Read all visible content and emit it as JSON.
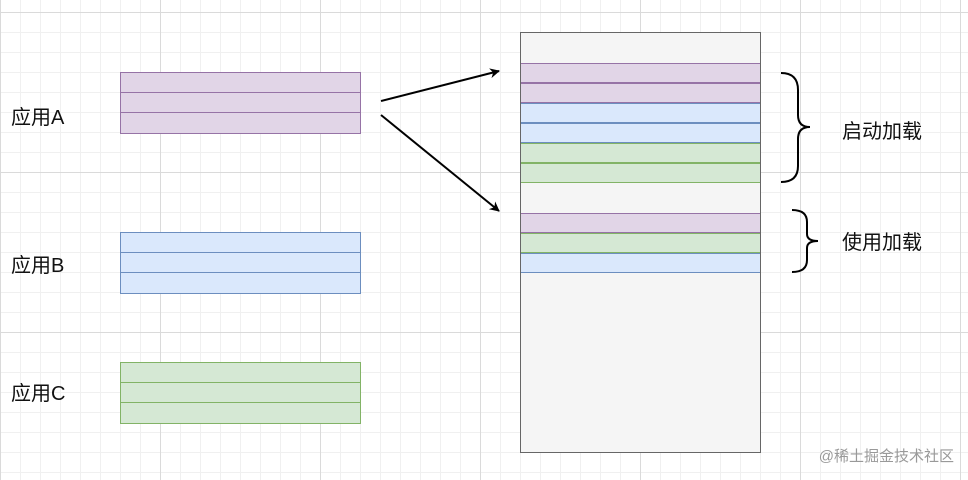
{
  "apps": [
    {
      "label": "应用A",
      "color": "#e1d5e7",
      "stroke": "#9673a6",
      "segments": 3
    },
    {
      "label": "应用B",
      "color": "#dae8fc",
      "stroke": "#6c8ebf",
      "segments": 3
    },
    {
      "label": "应用C",
      "color": "#d5e8d4",
      "stroke": "#82b366",
      "segments": 3
    }
  ],
  "memory": {
    "background": "#f5f5f5",
    "segments": [
      "purple",
      "purple",
      "blue",
      "blue",
      "green",
      "green",
      "empty",
      "purple",
      "green",
      "blue"
    ]
  },
  "braces": {
    "startup_label": "启动加载",
    "usage_label": "使用加载"
  },
  "watermark": "@稀土掘金技术社区"
}
